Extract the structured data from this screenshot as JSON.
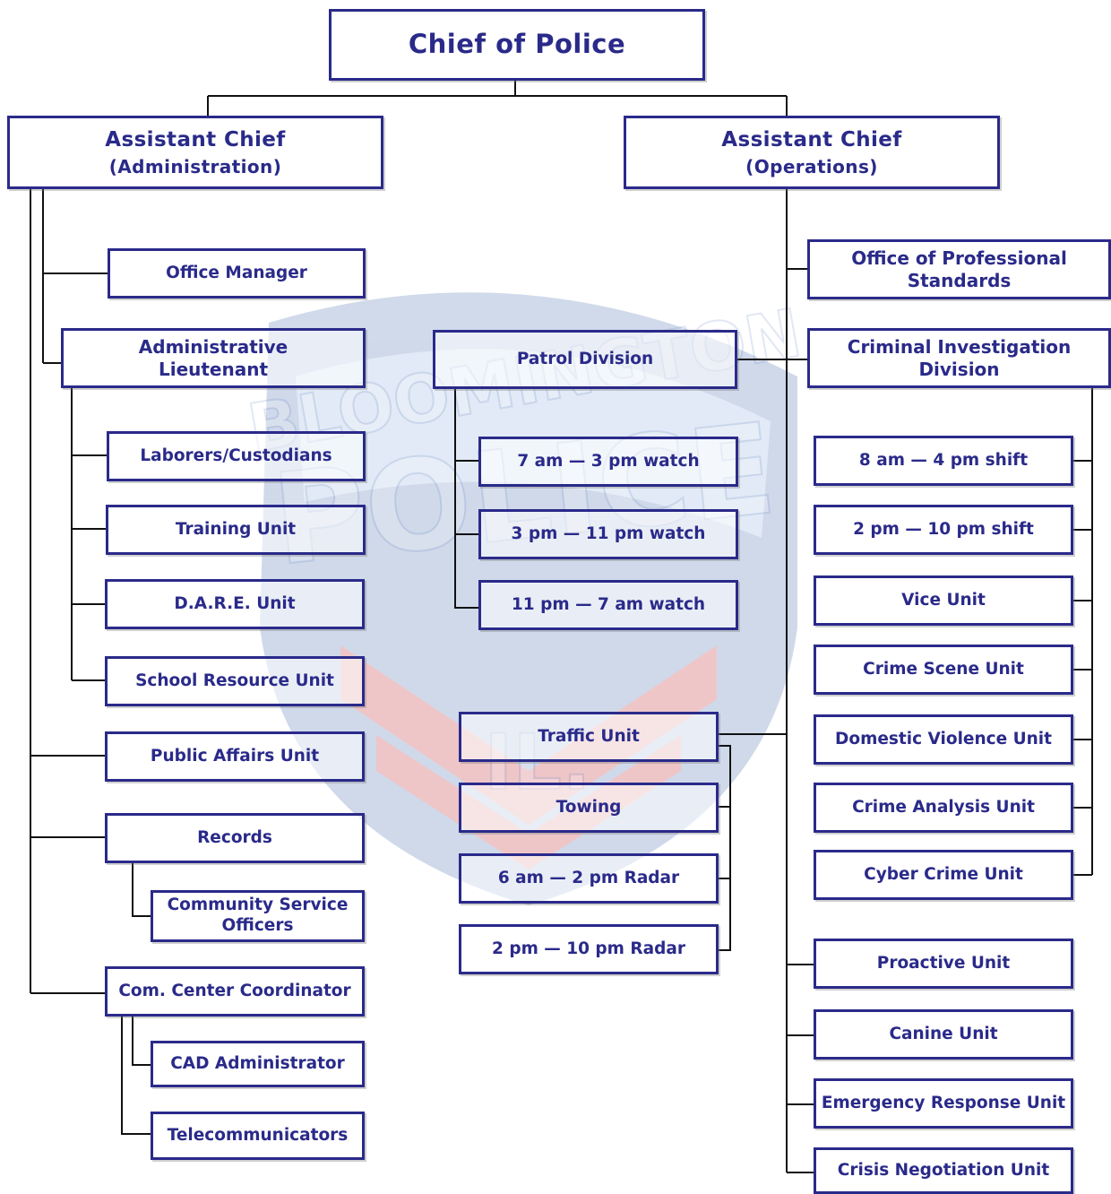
{
  "chief": "Chief of Police",
  "asst_admin": {
    "line1": "Assistant Chief",
    "line2": "(Administration)"
  },
  "asst_ops": {
    "line1": "Assistant Chief",
    "line2": "(Operations)"
  },
  "admin": {
    "office_manager": "Office Manager",
    "admin_lieutenant": {
      "line1": "Administrative",
      "line2": "Lieutenant"
    },
    "laborers": "Laborers/Custodians",
    "training": "Training Unit",
    "dare": "D.A.R.E. Unit",
    "school_resource": "School Resource Unit",
    "public_affairs": "Public Affairs Unit",
    "records": "Records",
    "community_service": {
      "line1": "Community Service",
      "line2": "Officers"
    },
    "com_center": "Com. Center Coordinator",
    "cad": "CAD Administrator",
    "telecom": "Telecommunicators"
  },
  "patrol": {
    "title": "Patrol Division",
    "watches": [
      "7 am — 3 pm watch",
      "3 pm — 11 pm watch",
      "11 pm — 7 am watch"
    ]
  },
  "traffic": {
    "title": "Traffic Unit",
    "items": [
      "Towing",
      "6 am — 2 pm Radar",
      "2 pm — 10 pm Radar"
    ]
  },
  "ops": {
    "professional_standards": {
      "line1": "Office of Professional",
      "line2": "Standards"
    },
    "cid": {
      "line1": "Criminal Investigation",
      "line2": "Division"
    },
    "cid_units": [
      "8 am — 4 pm shift",
      "2 pm — 10 pm shift",
      "Vice Unit",
      "Crime Scene Unit",
      "Domestic Violence Unit",
      "Crime Analysis Unit",
      "Cyber Crime Unit"
    ],
    "other_units": [
      "Proactive Unit",
      "Canine Unit",
      "Emergency Response Unit",
      "Crisis Negotiation Unit"
    ]
  },
  "watermark": {
    "line1": "BLOOMINGTON",
    "line2": "POLICE",
    "line3": "IL."
  },
  "colors": {
    "box_border": "#2a2a8a",
    "box_text": "#2a2a8a",
    "connector": "#111111"
  }
}
